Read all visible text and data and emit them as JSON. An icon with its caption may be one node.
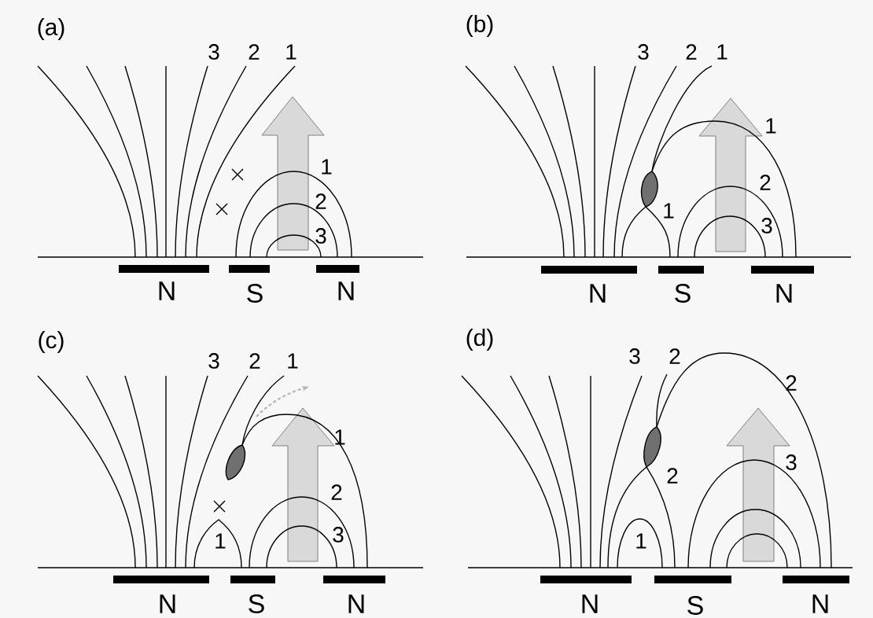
{
  "diagram": {
    "labels": [
      "(a)",
      "3",
      "2",
      "1",
      "1",
      "2",
      "3",
      "N",
      "S",
      "N",
      "(b)",
      "3",
      "2",
      "1",
      "1",
      "2",
      "1",
      "3",
      "N",
      "S",
      "N",
      "(c)",
      "3",
      "2",
      "1",
      "1",
      "2",
      "3",
      "1",
      "N",
      "S",
      "N",
      "(d)",
      "3",
      "2",
      "2",
      "3",
      "2",
      "1",
      "N",
      "S",
      "N"
    ]
  }
}
